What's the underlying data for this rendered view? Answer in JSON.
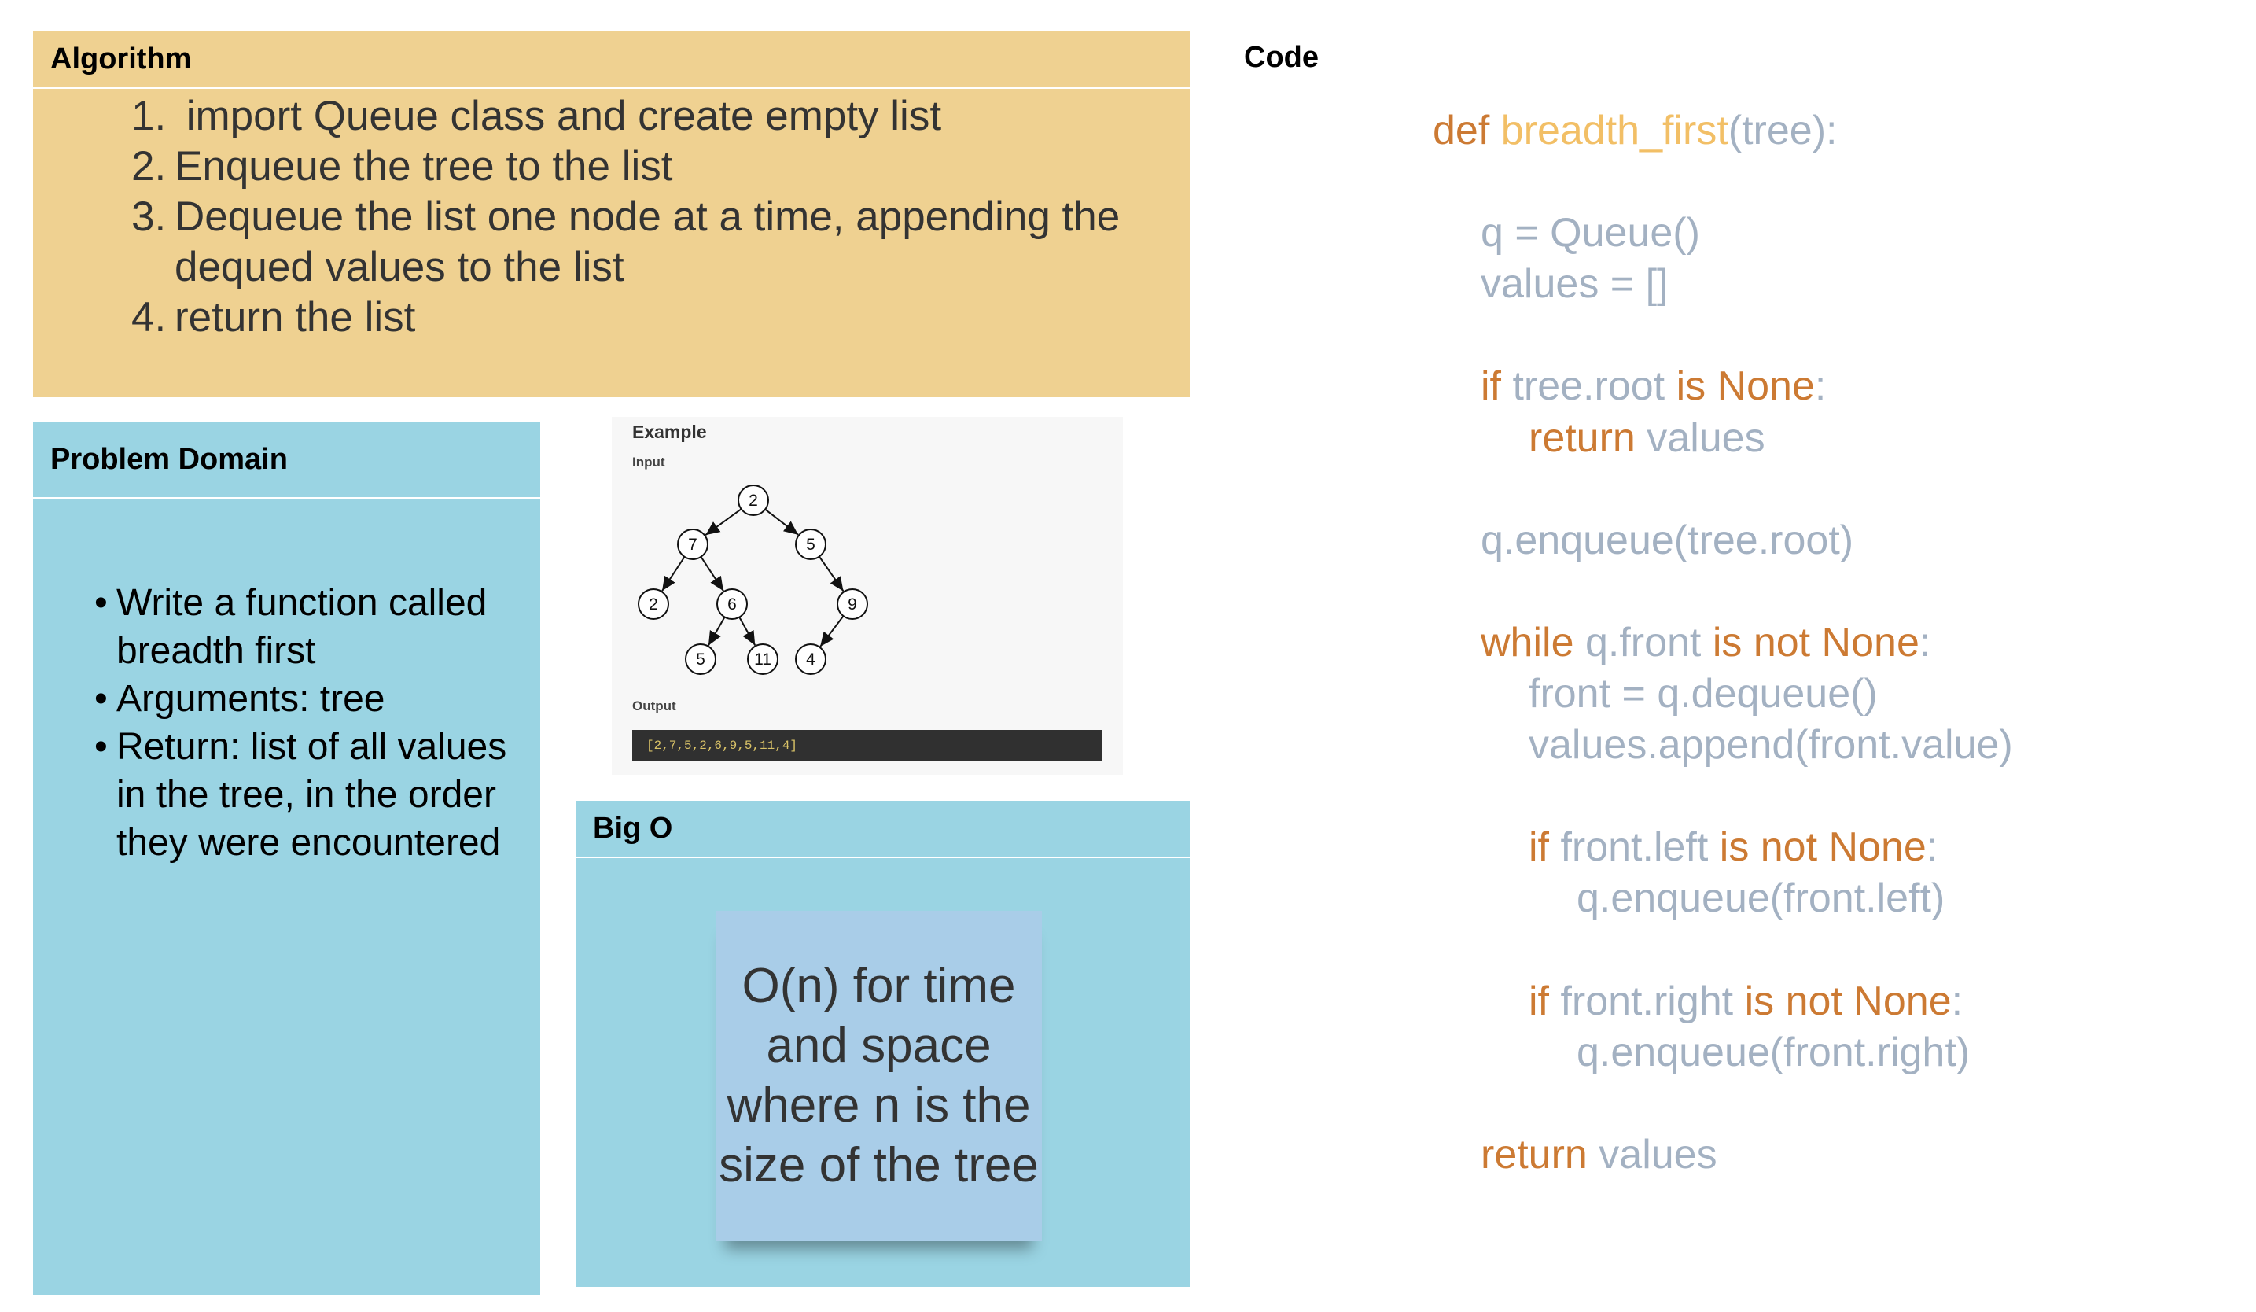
{
  "algorithm": {
    "title": "Algorithm",
    "steps": [
      {
        "num": "1.",
        "text": " import Queue class and create empty list"
      },
      {
        "num": "2.",
        "text": "Enqueue the tree to the list"
      },
      {
        "num": "3.",
        "text": "Dequeue the list one node at a time, appending the dequed values to the list"
      },
      {
        "num": "4.",
        "text": "return the list"
      }
    ]
  },
  "problem_domain": {
    "title": "Problem Domain",
    "bullets": [
      "Write a function called breadth first",
      "Arguments: tree",
      "Return: list of all values in the tree, in the order they were encountered"
    ]
  },
  "example": {
    "title": "Example",
    "input_label": "Input",
    "output_label": "Output",
    "output_value": "[2,7,5,2,6,9,5,11,4]",
    "tree_nodes": [
      "2",
      "7",
      "5",
      "2",
      "6",
      "9",
      "5",
      "11",
      "4"
    ]
  },
  "big_o": {
    "title": "Big O",
    "note": "O(n) for time and space where n is the size of the tree"
  },
  "code": {
    "title": "Code",
    "lines": [
      {
        "indent": 0,
        "tokens": [
          {
            "t": "def ",
            "c": "kw"
          },
          {
            "t": "breadth_first",
            "c": "fn"
          },
          {
            "t": "(tree):",
            "c": "tx"
          }
        ]
      },
      {
        "indent": 0,
        "tokens": []
      },
      {
        "indent": 1,
        "tokens": [
          {
            "t": "q = Queue()",
            "c": "tx"
          }
        ]
      },
      {
        "indent": 1,
        "tokens": [
          {
            "t": "values = []",
            "c": "tx"
          }
        ]
      },
      {
        "indent": 0,
        "tokens": []
      },
      {
        "indent": 1,
        "tokens": [
          {
            "t": "if",
            "c": "kw"
          },
          {
            "t": " tree.root ",
            "c": "tx"
          },
          {
            "t": "is None",
            "c": "kw"
          },
          {
            "t": ":",
            "c": "tx"
          }
        ]
      },
      {
        "indent": 2,
        "tokens": [
          {
            "t": "return",
            "c": "kw"
          },
          {
            "t": " values",
            "c": "tx"
          }
        ]
      },
      {
        "indent": 0,
        "tokens": []
      },
      {
        "indent": 1,
        "tokens": [
          {
            "t": "q.enqueue(tree.root)",
            "c": "tx"
          }
        ]
      },
      {
        "indent": 0,
        "tokens": []
      },
      {
        "indent": 1,
        "tokens": [
          {
            "t": "while",
            "c": "kw"
          },
          {
            "t": " q.front ",
            "c": "tx"
          },
          {
            "t": "is not None",
            "c": "kw"
          },
          {
            "t": ":",
            "c": "tx"
          }
        ]
      },
      {
        "indent": 2,
        "tokens": [
          {
            "t": "front = q.dequeue()",
            "c": "tx"
          }
        ]
      },
      {
        "indent": 2,
        "tokens": [
          {
            "t": "values.append(front.value)",
            "c": "tx"
          }
        ]
      },
      {
        "indent": 0,
        "tokens": []
      },
      {
        "indent": 2,
        "tokens": [
          {
            "t": "if",
            "c": "kw"
          },
          {
            "t": " front.left ",
            "c": "tx"
          },
          {
            "t": "is not None",
            "c": "kw"
          },
          {
            "t": ":",
            "c": "tx"
          }
        ]
      },
      {
        "indent": 3,
        "tokens": [
          {
            "t": "q.enqueue(front.left)",
            "c": "tx"
          }
        ]
      },
      {
        "indent": 0,
        "tokens": []
      },
      {
        "indent": 2,
        "tokens": [
          {
            "t": "if",
            "c": "kw"
          },
          {
            "t": " front.right ",
            "c": "tx"
          },
          {
            "t": "is not None",
            "c": "kw"
          },
          {
            "t": ":",
            "c": "tx"
          }
        ]
      },
      {
        "indent": 3,
        "tokens": [
          {
            "t": "q.enqueue(front.right)",
            "c": "tx"
          }
        ]
      },
      {
        "indent": 0,
        "tokens": []
      },
      {
        "indent": 1,
        "tokens": [
          {
            "t": "return",
            "c": "kw"
          },
          {
            "t": " values",
            "c": "tx"
          }
        ]
      }
    ]
  },
  "colors": {
    "algorithm_bg": "#efd191",
    "panel_bg": "#9ad4e3",
    "note_bg": "#a9cde8",
    "keyword": "#cc7a33",
    "function_name": "#f2bf66",
    "code_text": "#a3b1c2"
  }
}
